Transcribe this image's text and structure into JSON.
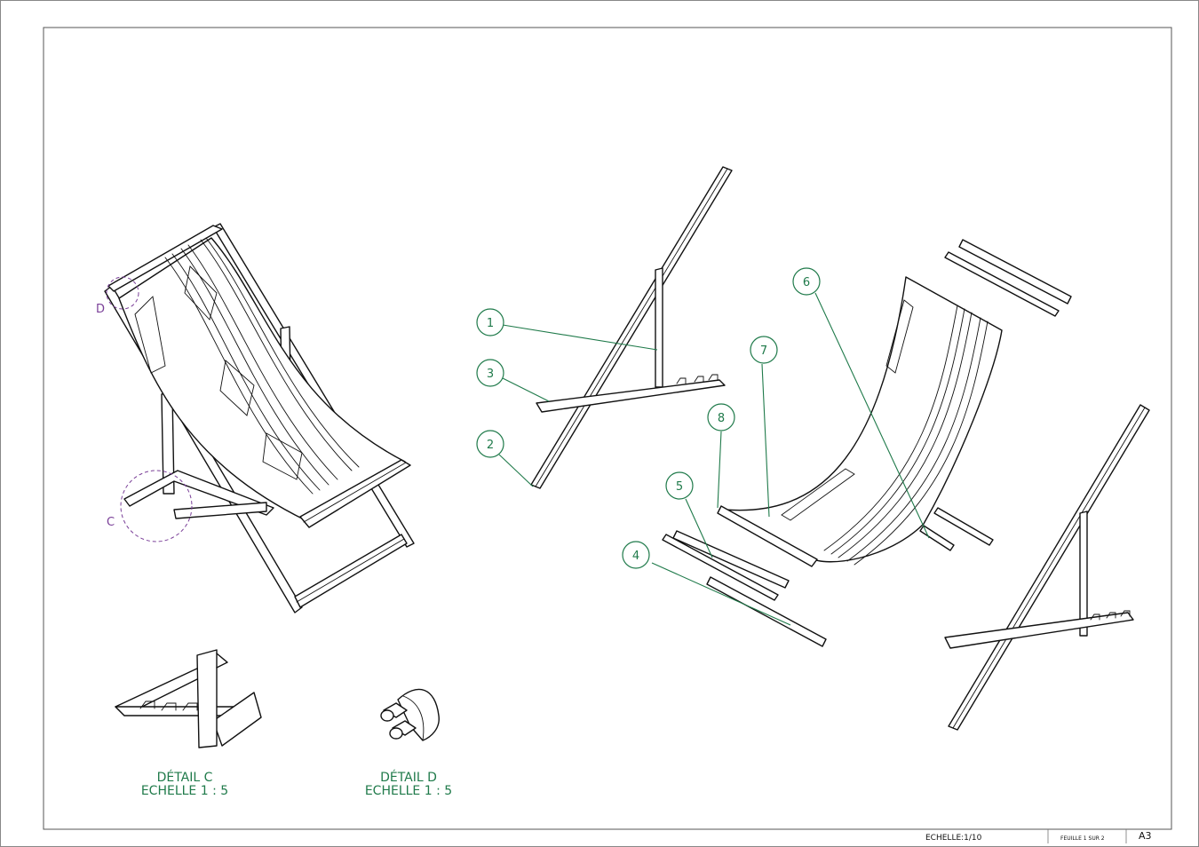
{
  "balloons": [
    {
      "id": "b1",
      "label": "1"
    },
    {
      "id": "b2",
      "label": "2"
    },
    {
      "id": "b3",
      "label": "3"
    },
    {
      "id": "b4",
      "label": "4"
    },
    {
      "id": "b5",
      "label": "5"
    },
    {
      "id": "b6",
      "label": "6"
    },
    {
      "id": "b7",
      "label": "7"
    },
    {
      "id": "b8",
      "label": "8"
    }
  ],
  "detail_markers": {
    "c": "C",
    "d": "D"
  },
  "details": {
    "c_title": "DÉTAIL C",
    "c_scale": "ECHELLE 1 : 5",
    "d_title": "DÉTAIL D",
    "d_scale": "ECHELLE 1 : 5"
  },
  "title_block": {
    "scale": "ECHELLE:1/10",
    "sheet": "FEUILLE 1 SUR 2",
    "format": "A3"
  },
  "colors": {
    "annotation": "#1f7a4a",
    "detail_marker": "#7a3f98",
    "line": "#111111"
  }
}
